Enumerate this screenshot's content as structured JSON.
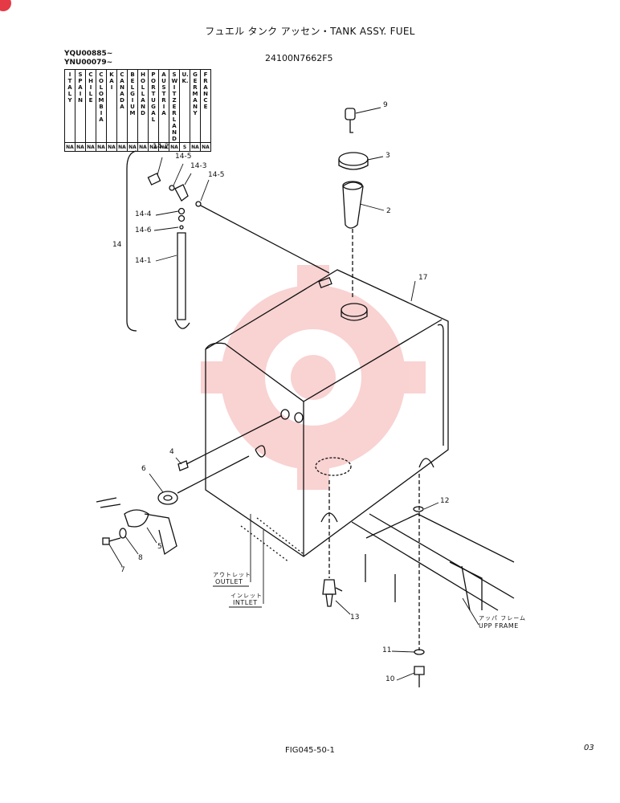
{
  "header": {
    "title": "フュエル タンク アッセン・TANK ASSY. FUEL",
    "part_number": "24100N7662F5",
    "serials": [
      "YQU00885~",
      "YNU00079~"
    ]
  },
  "country_table": {
    "countries": [
      "ITALY",
      "SPAIN",
      "CHILE",
      "COLOMBIA",
      "KAI",
      "CANADA",
      "BELGIUM",
      "HOLLAND",
      "PORTUGAL",
      "AUSTRIA",
      "SWITZERLAND",
      "U.K.",
      "GERMANY",
      "FRANCE"
    ],
    "codes": [
      "NA",
      "NA",
      "NA",
      "NA",
      "NA",
      "NA",
      "NA",
      "NA",
      "NA",
      "NA",
      "NA",
      "S",
      "NA",
      "NA"
    ]
  },
  "callouts": {
    "c14_2": "14-2",
    "c14_5a": "14-5",
    "c14_3": "14-3",
    "c14_5b": "14-5",
    "c14_4": "14-4",
    "c14_6": "14-6",
    "c14": "14",
    "c14_1": "14-1",
    "c9": "9",
    "c3": "3",
    "c2": "2",
    "c17": "17",
    "c4": "4",
    "c6": "6",
    "c5": "5",
    "c8": "8",
    "c7": "7",
    "c12": "12",
    "c13": "13",
    "c11": "11",
    "c10": "10"
  },
  "labels": {
    "outlet_jp": "アウトレット",
    "outlet_en": "OUTLET",
    "inlet_jp": "インレット",
    "inlet_en": "INTLET",
    "frame_jp": "アッパ フレーム",
    "frame_en": "UPP FRAME"
  },
  "footer": {
    "figure": "FIG045-50-1",
    "page": "03"
  },
  "colors": {
    "ink": "#111111",
    "watermark": "#f08080",
    "badge": "#e53946"
  }
}
